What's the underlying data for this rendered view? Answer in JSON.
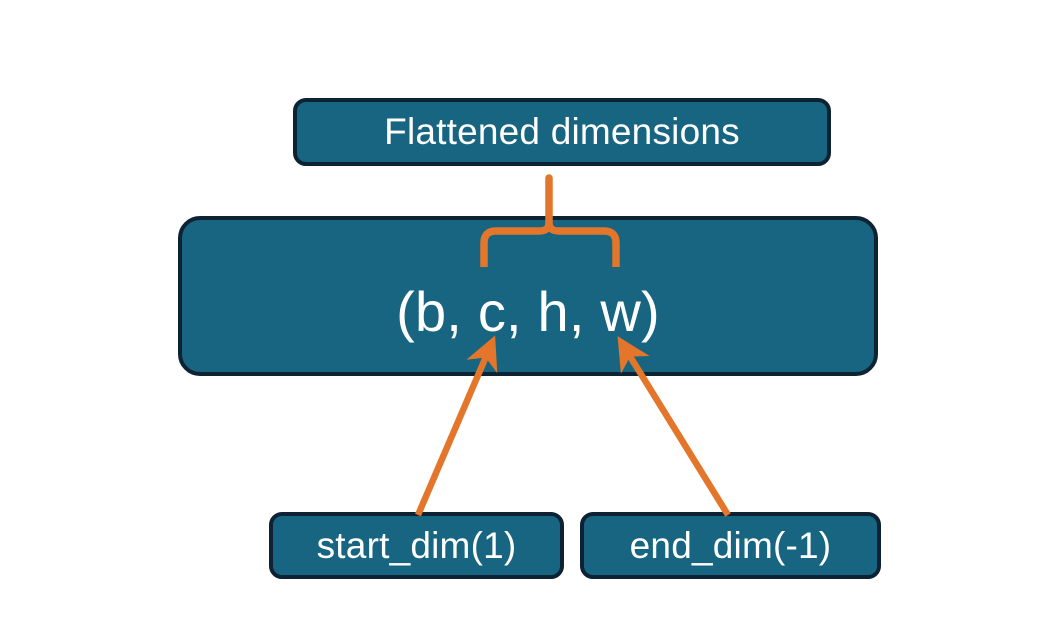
{
  "diagram": {
    "title_node": {
      "label": "Flattened dimensions"
    },
    "shape_node": {
      "label": "(b, c, h, w)"
    },
    "start_node": {
      "label": "start_dim(1)"
    },
    "end_node": {
      "label": "end_dim(-1)"
    },
    "connectors": {
      "brace_name": "curly-brace-connector",
      "arrow_start_name": "arrow-start-dim-to-c",
      "arrow_end_name": "arrow-end-dim-to-w"
    },
    "colors": {
      "node_fill": "#176581",
      "node_border": "#0d2233",
      "node_text": "#ffffff",
      "accent_orange": "#e3762a",
      "background": "#ffffff"
    }
  }
}
